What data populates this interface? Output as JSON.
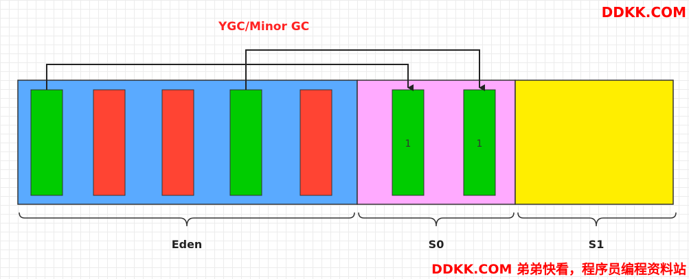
{
  "watermark": {
    "top": "DDKK.COM",
    "bottom": "DDKK.COM 弟弟快看，程序员编程资料站"
  },
  "title": "YGC/Minor GC",
  "regions": {
    "eden": {
      "label": "Eden",
      "color": "#5aaaff"
    },
    "s0": {
      "label": "S0",
      "color": "#ffaaff"
    },
    "s1": {
      "label": "S1",
      "color": "#ffee00"
    }
  },
  "colors": {
    "survivor_object": "#00cc00",
    "garbage_object": "#ff4433",
    "arrow": "#222222"
  },
  "eden_objects": [
    {
      "state": "live"
    },
    {
      "state": "garbage"
    },
    {
      "state": "garbage"
    },
    {
      "state": "live"
    },
    {
      "state": "garbage"
    }
  ],
  "s0_objects": [
    {
      "state": "live",
      "age": "1"
    },
    {
      "state": "live",
      "age": "1"
    }
  ]
}
